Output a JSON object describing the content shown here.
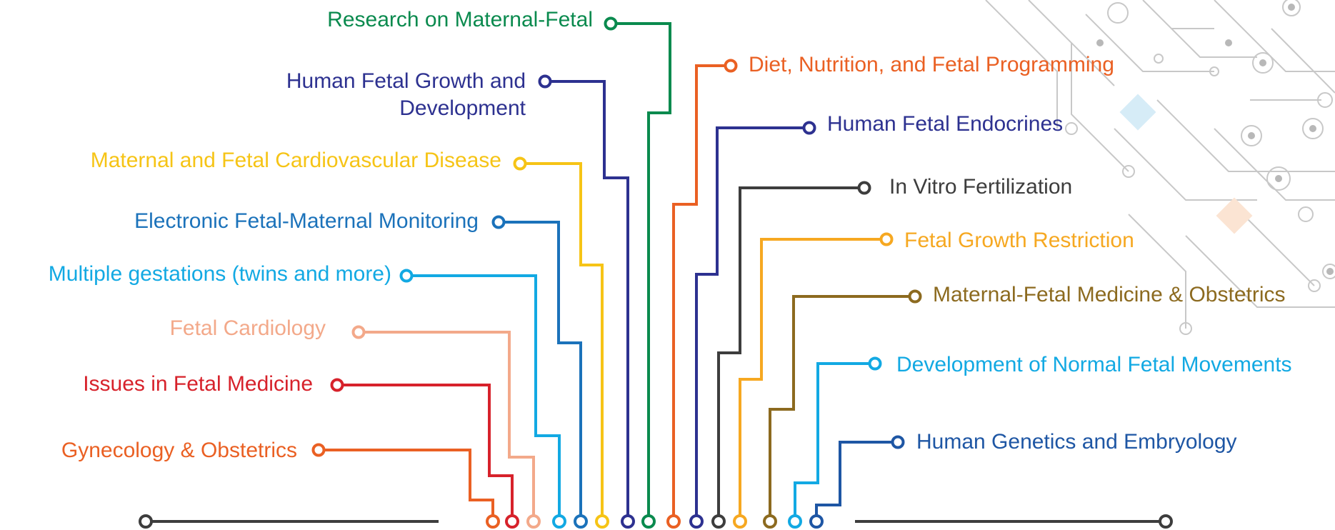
{
  "topics": [
    {
      "id": "research-maternal-fetal",
      "label": "Research on Maternal-Fetal",
      "color": "#0a8a4e"
    },
    {
      "id": "human-fetal-growth",
      "label": "Human Fetal Growth and Development",
      "color": "#2d3190"
    },
    {
      "id": "maternal-fetal-cardio",
      "label": "Maternal and Fetal Cardiovascular Disease",
      "color": "#f6c416"
    },
    {
      "id": "electronic-monitoring",
      "label": "Electronic Fetal-Maternal Monitoring",
      "color": "#1b72ba"
    },
    {
      "id": "multiple-gestations",
      "label": "Multiple gestations (twins and more)",
      "color": "#12a9e3"
    },
    {
      "id": "fetal-cardiology",
      "label": "Fetal Cardiology",
      "color": "#f3a98a"
    },
    {
      "id": "issues-fetal-medicine",
      "label": "Issues in Fetal Medicine",
      "color": "#d7222b"
    },
    {
      "id": "gynecology-obstetrics",
      "label": "Gynecology & Obstetrics",
      "color": "#ea6023"
    },
    {
      "id": "diet-nutrition",
      "label": "Diet, Nutrition, and Fetal Programming",
      "color": "#ea6023"
    },
    {
      "id": "fetal-endocrines",
      "label": "Human Fetal Endocrines",
      "color": "#2d3190"
    },
    {
      "id": "ivf",
      "label": "In Vitro Fertilization",
      "color": "#3d3d3d"
    },
    {
      "id": "growth-restriction",
      "label": "Fetal Growth Restriction",
      "color": "#f6a821"
    },
    {
      "id": "mfm-obstetrics",
      "label": "Maternal-Fetal Medicine & Obstetrics",
      "color": "#8c6a1f"
    },
    {
      "id": "normal-movements",
      "label": "Development of Normal Fetal Movements",
      "color": "#12a9e3"
    },
    {
      "id": "genetics-embryology",
      "label": "Human Genetics and Embryology",
      "color": "#1e56a4"
    }
  ],
  "baseline_color": "#3d3d3d",
  "decor_color": "#c8c8c8"
}
